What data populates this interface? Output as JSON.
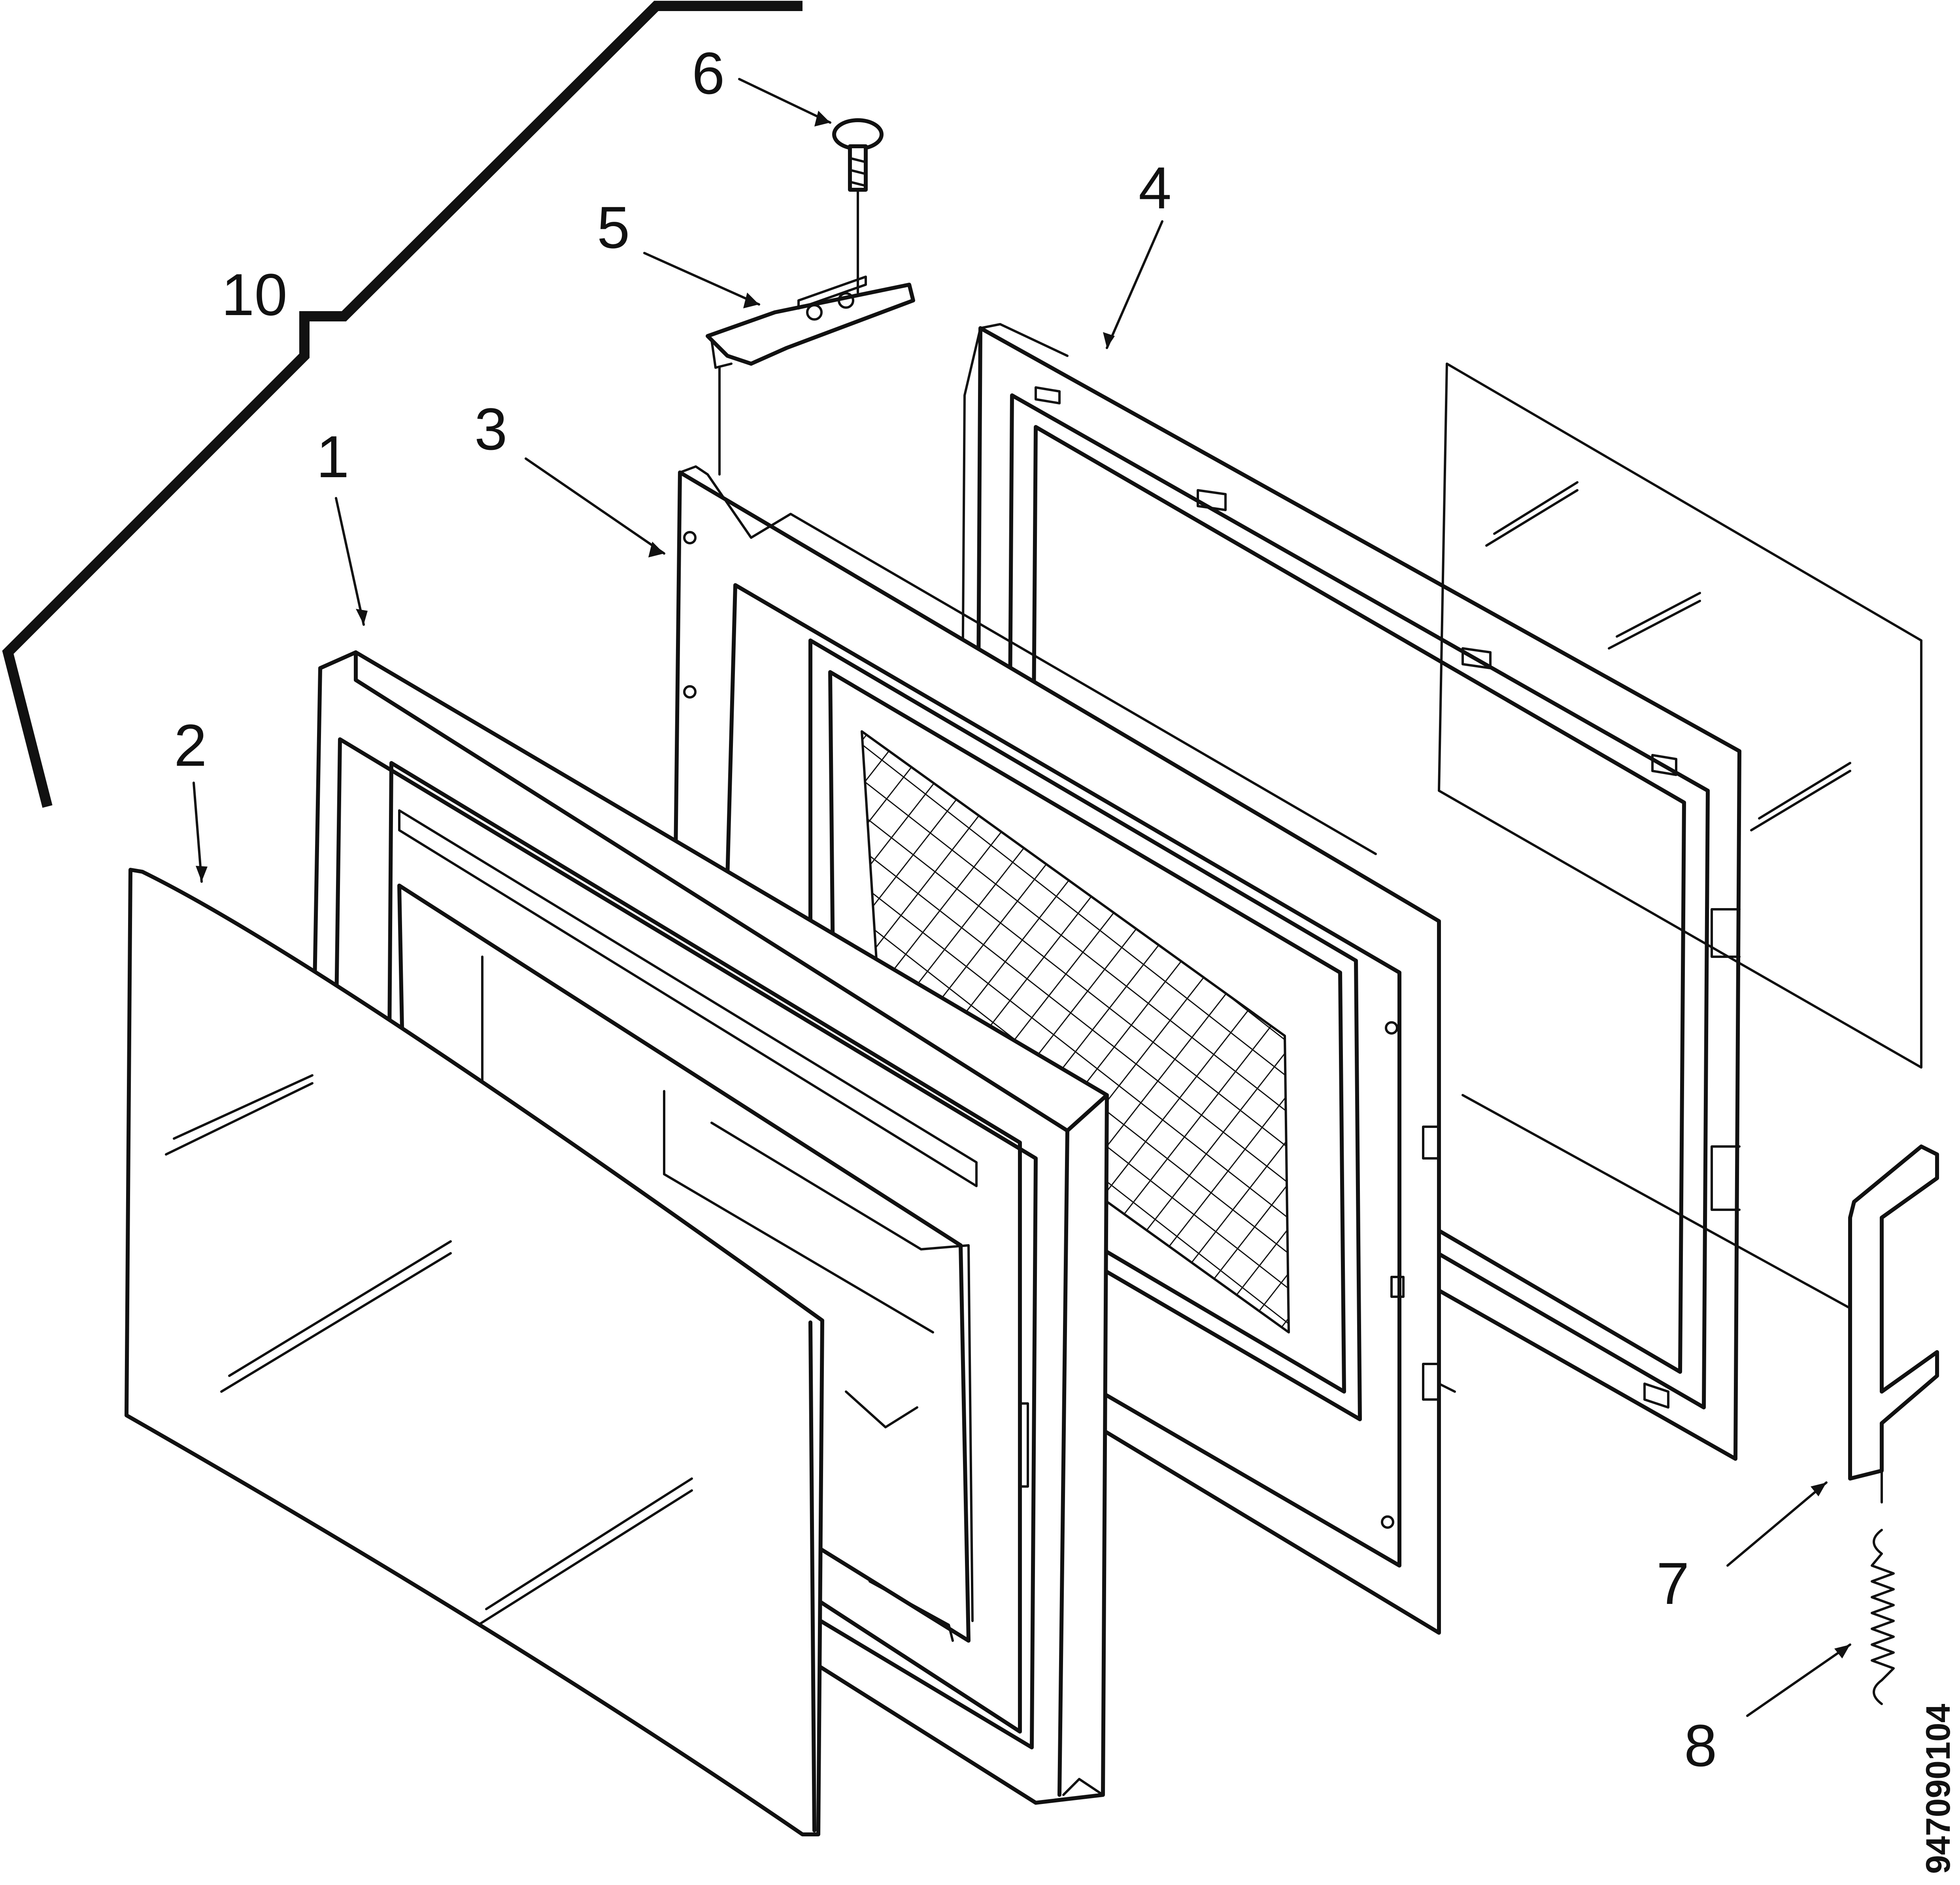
{
  "diagram": {
    "callouts": {
      "c1": "1",
      "c2": "2",
      "c3": "3",
      "c4": "4",
      "c5": "5",
      "c6": "6",
      "c7": "7",
      "c8": "8",
      "c10": "10"
    },
    "figure_code": "947090104"
  }
}
